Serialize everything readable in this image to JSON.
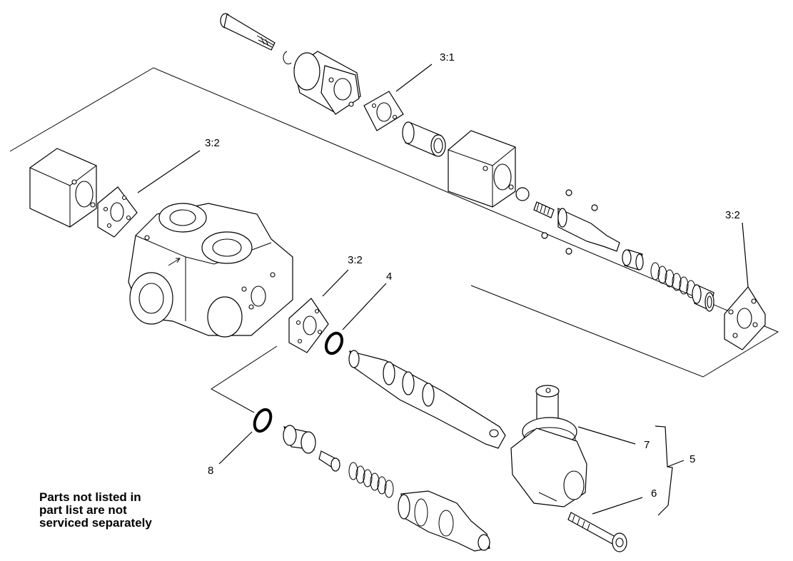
{
  "callouts": {
    "c31": "3:1",
    "c32_left": "3:2",
    "c32_mid": "3:2",
    "c32_right": "3:2",
    "c4": "4",
    "c5": "5",
    "c6": "6",
    "c7": "7",
    "c8": "8"
  },
  "note": {
    "line1": "Parts not listed in",
    "line2": "part list are not",
    "line3": "serviced separately"
  }
}
